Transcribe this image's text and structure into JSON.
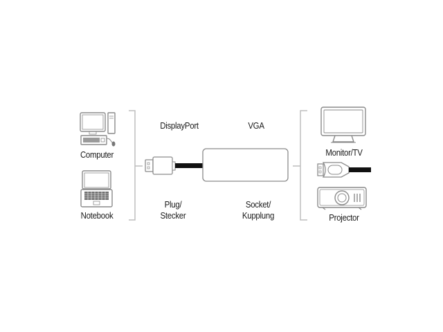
{
  "sources": [
    {
      "label": "Computer",
      "icon": "desktop-computer-icon"
    },
    {
      "label": "Notebook",
      "icon": "laptop-icon"
    }
  ],
  "adapter": {
    "plug_type": "DisplayPort",
    "socket_type": "VGA",
    "plug_label_line1": "Plug/",
    "plug_label_line2": "Stecker",
    "socket_label_line1": "Socket/",
    "socket_label_line2": "Kupplung"
  },
  "targets": [
    {
      "label": "Monitor/TV",
      "icon": "monitor-icon"
    },
    {
      "label": "",
      "icon": "vga-cable-plug-icon"
    },
    {
      "label": "Projector",
      "icon": "projector-icon"
    }
  ],
  "colors": {
    "line": "#bdbdbd",
    "icon_stroke": "#8a8a8a",
    "cable": "#111111",
    "text": "#1a1a1a"
  }
}
